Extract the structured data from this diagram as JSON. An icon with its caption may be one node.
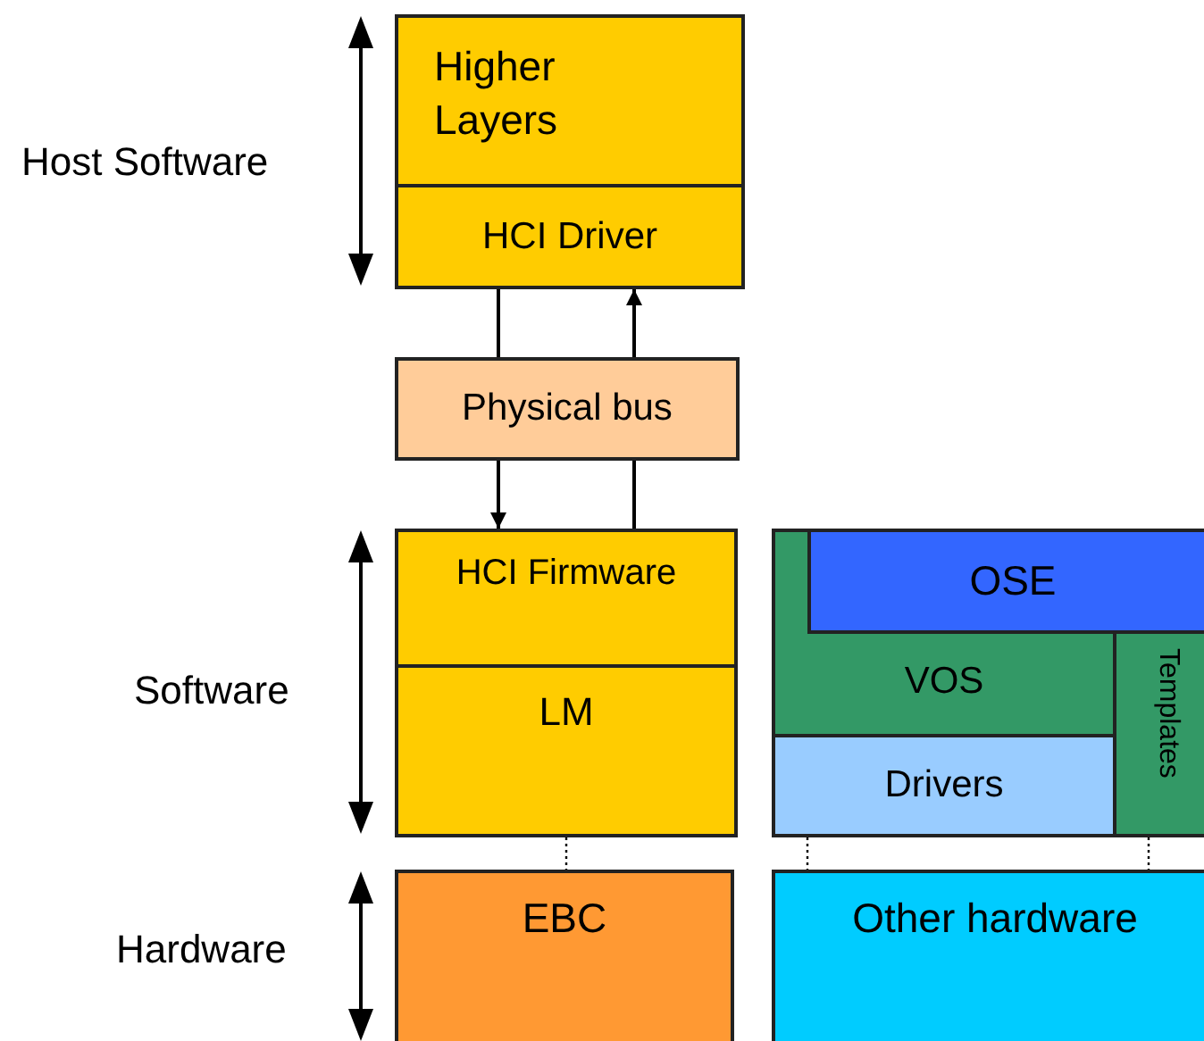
{
  "diagram": {
    "nodes": [
      {
        "text": [
          "Higher Layers"
        ]
      },
      {
        "text": [
          "HCI Driver"
        ]
      },
      {
        "text": [
          "Physical bus"
        ]
      },
      {
        "text": [
          "HCI Firmware"
        ]
      },
      {
        "text": [
          "LM"
        ]
      },
      {
        "text": [
          "VOS"
        ]
      },
      {
        "text": [
          "OSE"
        ],
        "in": 5
      },
      {
        "text": [
          "Templates"
        ],
        "in": 5
      },
      {
        "text": [
          "Drivers"
        ],
        "in": 5
      },
      {
        "text": [
          "EBC"
        ]
      },
      {
        "text": [
          "Other hardware"
        ]
      }
    ],
    "edges": [
      {
        "from": 1,
        "to": 2,
        "arrow": "none"
      },
      {
        "from": 2,
        "to": 3,
        "arrow": "to"
      },
      {
        "from": 3,
        "to": 2,
        "arrow": "none"
      },
      {
        "from": 2,
        "to": 1,
        "arrow": "to"
      },
      {
        "from": 4,
        "to": 9,
        "arrow": "none",
        "style": "dashed"
      },
      {
        "from": 8,
        "to": 10,
        "arrow": "none",
        "style": "dashed"
      },
      {
        "from": 7,
        "to": 10,
        "arrow": "none",
        "style": "dashed"
      }
    ],
    "labels": [
      "Host Software",
      "Software",
      "Hardware"
    ]
  }
}
